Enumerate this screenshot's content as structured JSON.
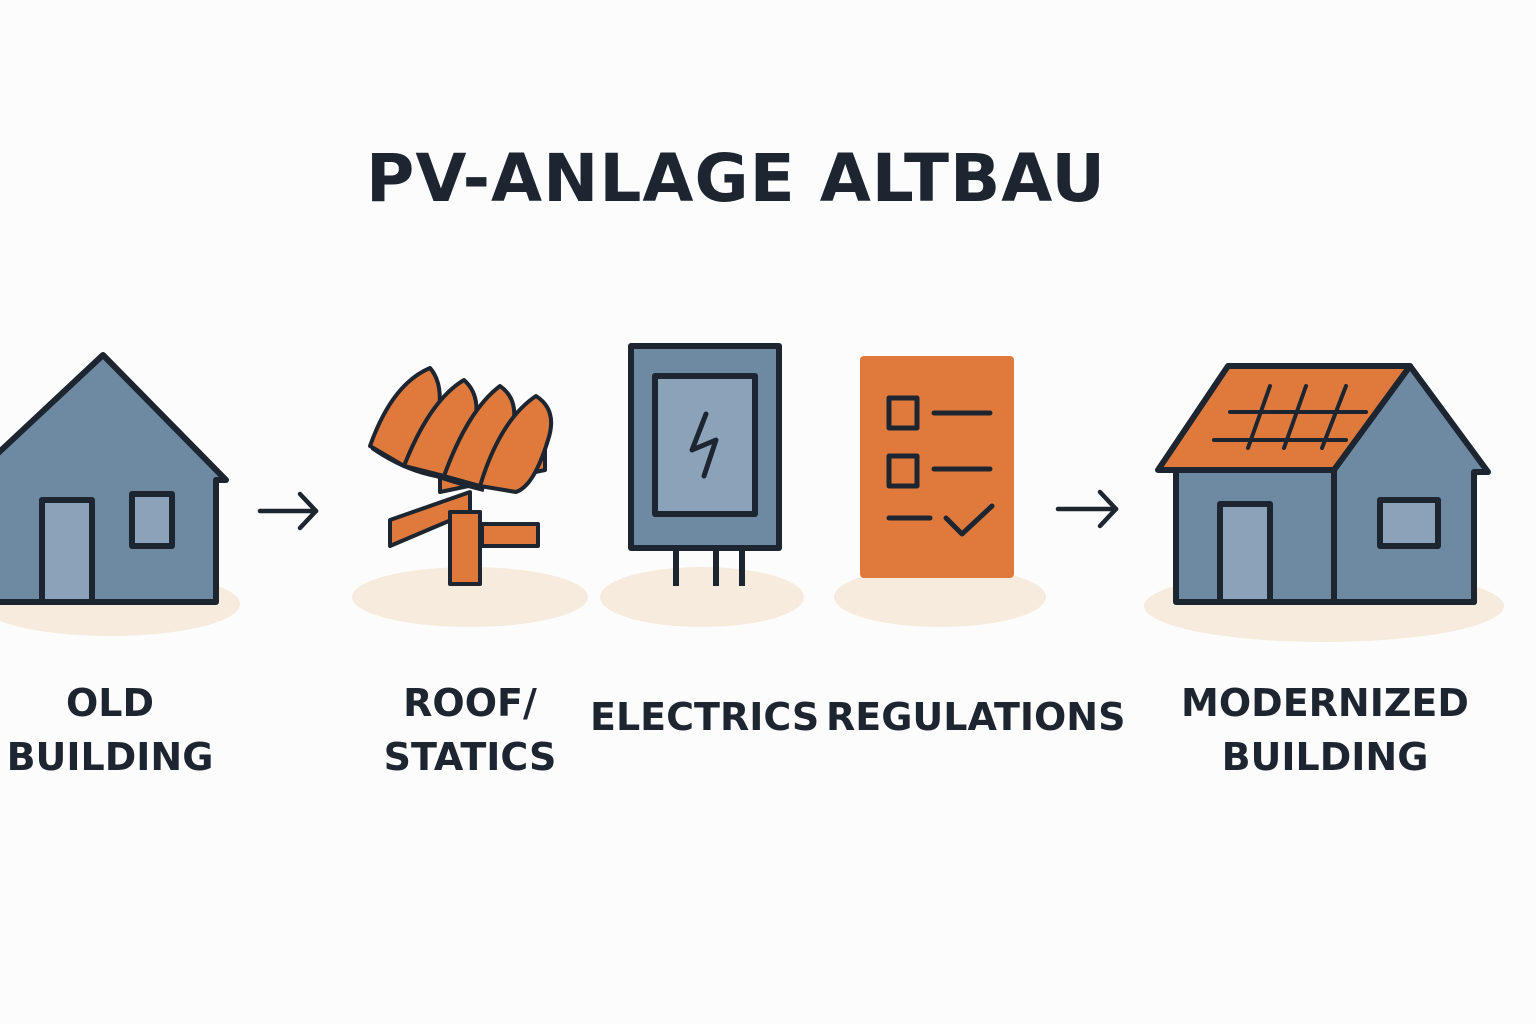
{
  "title": "PV-ANLAGE ALTBAU",
  "steps": [
    {
      "id": "old",
      "lines": [
        "OLD",
        "BUILDING"
      ],
      "icon": "old-house-icon"
    },
    {
      "id": "roof",
      "lines": [
        "ROOF/",
        "STATICS"
      ],
      "icon": "roof-tiles-beams-icon"
    },
    {
      "id": "electrics",
      "lines": [
        "ELECTRICS"
      ],
      "icon": "electrical-panel-icon"
    },
    {
      "id": "regulations",
      "lines": [
        "REGULATIONS"
      ],
      "icon": "checklist-icon"
    },
    {
      "id": "modernized",
      "lines": [
        "MODERNIZED",
        "BUILDING"
      ],
      "icon": "house-with-solar-panels-icon"
    }
  ],
  "arrows": [
    "arrow-right-icon",
    "arrow-right-icon"
  ],
  "colors": {
    "building_blue": "#6e8aa3",
    "window_blue": "#8aa3b8",
    "outline": "#1c2530",
    "accent_orange": "#e07a3c",
    "shadow": "#f6ebdc",
    "background": "#fcfcfc"
  }
}
